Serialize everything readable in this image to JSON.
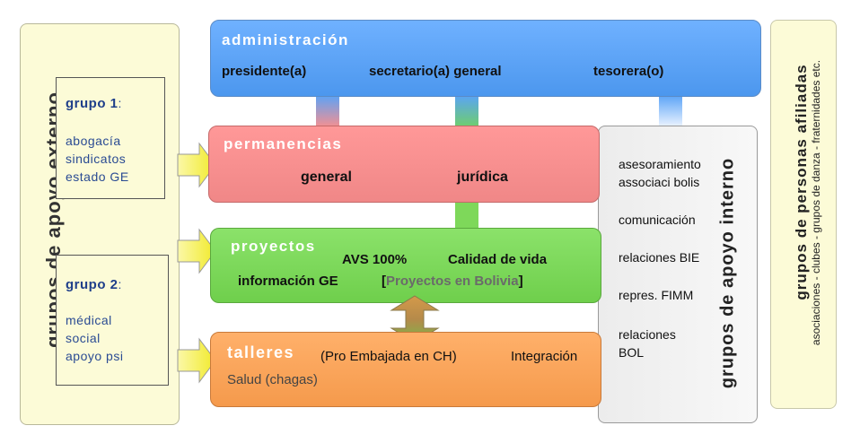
{
  "external": {
    "title": "grupos de apoyo externo",
    "group1": {
      "title": "grupo 1",
      "colon": ":",
      "items": [
        "abogacía",
        "sindicatos",
        "estado GE"
      ]
    },
    "group2": {
      "title": "grupo 2",
      "colon": ":",
      "items": [
        "médical",
        "social",
        "apoyo psi"
      ]
    }
  },
  "admin": {
    "title": "administración",
    "roles": [
      "presidente(a)",
      "secretario(a) general",
      "tesorera(o)"
    ]
  },
  "permanencias": {
    "title": "permanencias",
    "items": [
      "general",
      "jurídica"
    ]
  },
  "proyectos": {
    "title": "proyectos",
    "items": [
      "AVS 100%",
      "Calidad de vida",
      "información GE"
    ],
    "bolivia_open": "[",
    "bolivia": "Proyectos en Bolivia",
    "bolivia_close": "]"
  },
  "talleres": {
    "title": "talleres",
    "items": [
      "(Pro Embajada en CH)",
      "Integración",
      "Salud (chagas)"
    ]
  },
  "interno": {
    "title": "grupos de apoyo interno",
    "items": [
      "asesoramiento",
      "associaci bolis",
      "comunicación",
      "relaciones BIE",
      "repres. FIMM",
      "relaciones",
      "BOL"
    ]
  },
  "afiliadas": {
    "title": "grupos de personas afiliadas",
    "subtitle": "asociaciones - clubes - grupos de danza - fraternidades etc."
  },
  "colors": {
    "admin": "#5aa3f7",
    "permanencias": "#f69090",
    "proyectos": "#7ed85a",
    "talleres": "#f7a55a",
    "panel_yellow": "#fcfbd7",
    "group_text": "#2a4b93",
    "bolivia_text": "#6a6a6a"
  }
}
